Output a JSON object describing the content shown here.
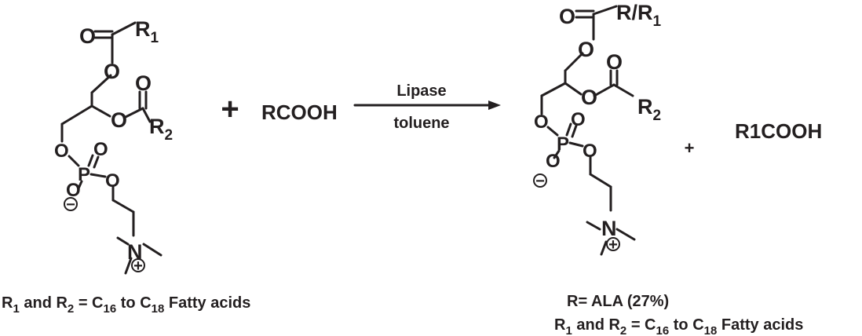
{
  "diagram": {
    "left_molecule": {
      "ester_top": {
        "o_double": "O",
        "o_link": "O",
        "r": "R",
        "r_sub": "1"
      },
      "ester_mid": {
        "o_double": "O",
        "o_link": "O",
        "r": "R",
        "r_sub": "2"
      },
      "phosphate": {
        "o_left": "O",
        "o_top": "O",
        "p": "P",
        "o_minus": "O",
        "o_right": "O"
      },
      "amine": {
        "n": "N"
      },
      "charges": {
        "minus": "−",
        "plus": "+"
      }
    },
    "plus_sign_main": "+",
    "reagent": "RCOOH",
    "arrow": {
      "top_label": "Lipase",
      "bottom_label": "toluene"
    },
    "right_molecule": {
      "ester_top": {
        "o_double": "O",
        "o_link": "O",
        "r": "R/R",
        "r_sub": "1"
      },
      "ester_mid": {
        "o_double": "O",
        "o_link": "O",
        "r": "R",
        "r_sub": "2"
      },
      "phosphate": {
        "o_left": "O",
        "o_top": "O",
        "p": "P",
        "o_minus": "O",
        "o_right": "O"
      },
      "amine": {
        "n": "N"
      },
      "charges": {
        "minus": "−",
        "plus": "+"
      }
    },
    "plus_sign_small": "+",
    "byproduct": "R1COOH",
    "notes": {
      "left": {
        "r1": "R",
        "r1_sub": "1",
        "and": " and ",
        "r2": "R",
        "r2_sub": "2",
        "eq": " = C",
        "c1_sub": "16",
        "to": " to C",
        "c2_sub": "18",
        "tail": " Fatty acids"
      },
      "right_line1": "R= ALA (27%)",
      "right_line2": {
        "r1": "R",
        "r1_sub": "1",
        "and": " and ",
        "r2": "R",
        "r2_sub": "2",
        "eq": " = C",
        "c1_sub": "16",
        "to": " to C",
        "c2_sub": "18",
        "tail": " Fatty acids"
      }
    }
  }
}
